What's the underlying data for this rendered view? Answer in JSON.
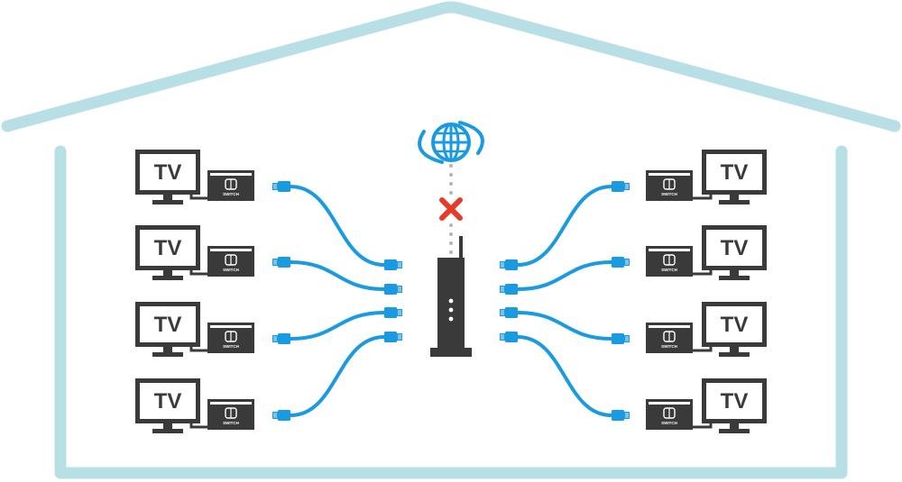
{
  "colors": {
    "house": "#b8dfe6",
    "device": "#3a3a3a",
    "cable": "#1a9ae0",
    "cross": "#e83a2a",
    "globe": "#1a9ae0",
    "dots": "#b5b5b5"
  },
  "icons": {
    "internet": "globe-icon",
    "no_connection": "cross-icon",
    "router": "router-icon",
    "tv": "tv-icon",
    "console": "console-icon",
    "connector": "ethernet-connector-icon"
  },
  "tv_label": "TV",
  "console_label": "SWITCH",
  "stations": {
    "left": [
      {
        "tv_label": "TV",
        "console_label": "SWITCH"
      },
      {
        "tv_label": "TV",
        "console_label": "SWITCH"
      },
      {
        "tv_label": "TV",
        "console_label": "SWITCH"
      },
      {
        "tv_label": "TV",
        "console_label": "SWITCH"
      }
    ],
    "right": [
      {
        "tv_label": "TV",
        "console_label": "SWITCH"
      },
      {
        "tv_label": "TV",
        "console_label": "SWITCH"
      },
      {
        "tv_label": "TV",
        "console_label": "SWITCH"
      },
      {
        "tv_label": "TV",
        "console_label": "SWITCH"
      }
    ]
  },
  "router_ports_per_side": 4,
  "internet_connected": false
}
